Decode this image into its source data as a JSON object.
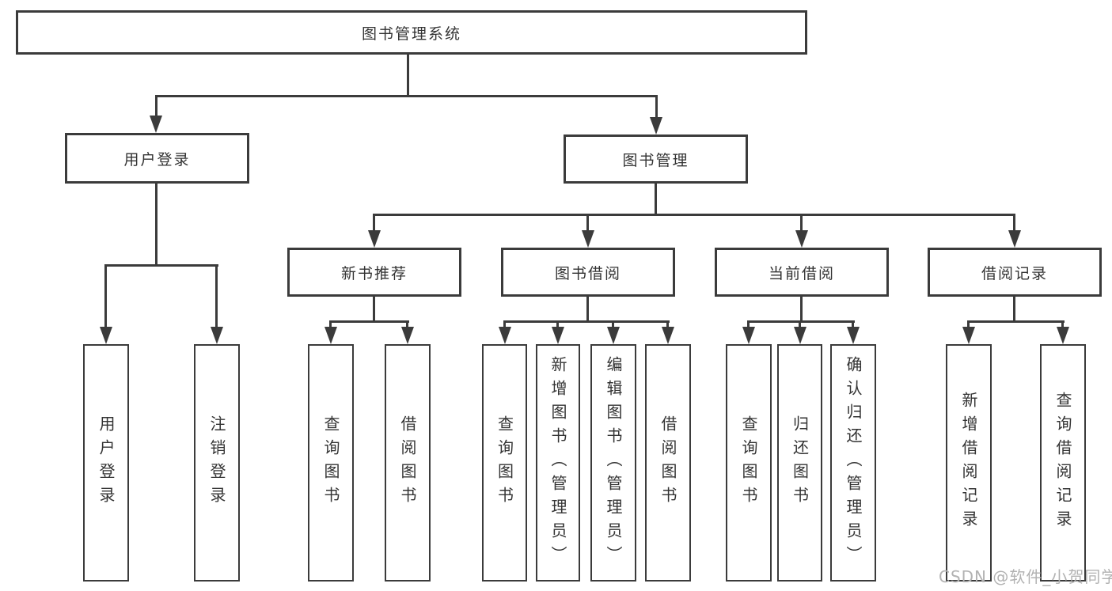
{
  "diagram": {
    "tree": {
      "label": "图书管理系统",
      "children": [
        {
          "label": "用户登录",
          "children": [
            {
              "label": "用户登录"
            },
            {
              "label": "注销登录"
            }
          ]
        },
        {
          "label": "图书管理",
          "children": [
            {
              "label": "新书推荐",
              "children": [
                {
                  "label": "查询图书"
                },
                {
                  "label": "借阅图书"
                }
              ]
            },
            {
              "label": "图书借阅",
              "children": [
                {
                  "label": "查询图书"
                },
                {
                  "label": "新增图书（管理员）"
                },
                {
                  "label": "编辑图书（管理员）"
                },
                {
                  "label": "借阅图书"
                }
              ]
            },
            {
              "label": "当前借阅",
              "children": [
                {
                  "label": "查询图书"
                },
                {
                  "label": "归还图书"
                },
                {
                  "label": "确认归还（管理员）"
                }
              ]
            },
            {
              "label": "借阅记录",
              "children": [
                {
                  "label": "新增借阅记录"
                },
                {
                  "label": "查询借阅记录"
                }
              ]
            }
          ]
        }
      ]
    }
  },
  "watermark": {
    "text": "CSDN @软件_小贺同学"
  },
  "colors": {
    "line": "#3b3b3b",
    "text": "#333333",
    "watermark": "#b2b2b2",
    "background": "#ffffff"
  }
}
